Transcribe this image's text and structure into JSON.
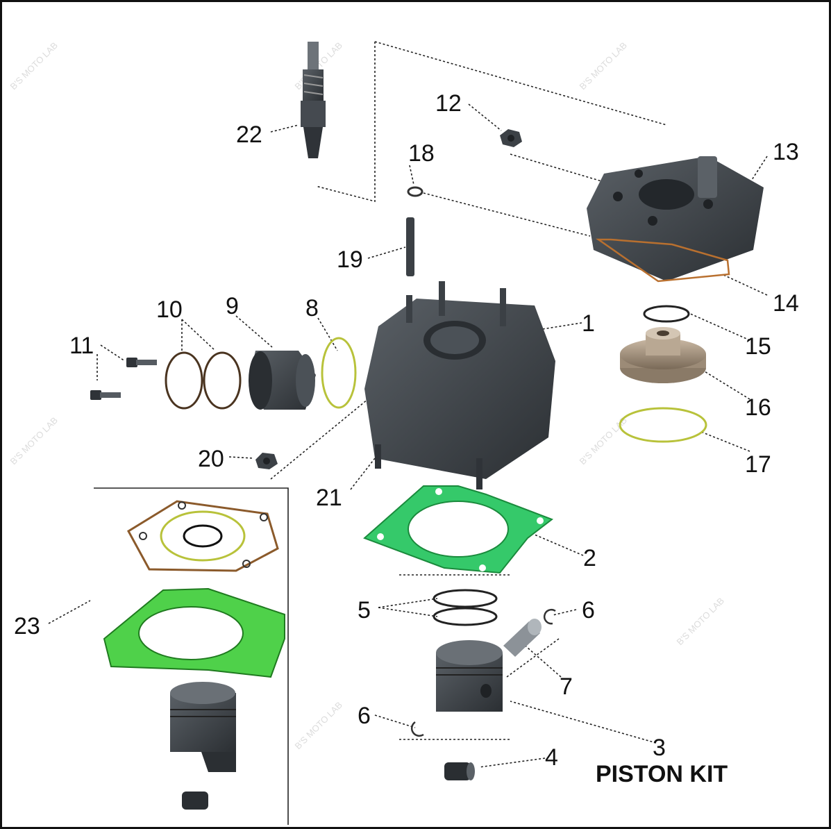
{
  "watermark": "B'S MOTO LAB",
  "colors": {
    "gasket_green": "#35c96a",
    "kit_green": "#4fd14a",
    "oring_brown": "#8b5a2b",
    "oring_olive": "#b8c23a",
    "part_dark": "#3a3f44"
  },
  "callouts": [
    {
      "id": "1",
      "label": "1"
    },
    {
      "id": "2",
      "label": "2"
    },
    {
      "id": "3",
      "label": "3"
    },
    {
      "id": "4",
      "label": "4"
    },
    {
      "id": "5",
      "label": "5"
    },
    {
      "id": "6a",
      "label": "6"
    },
    {
      "id": "6b",
      "label": "6"
    },
    {
      "id": "7",
      "label": "7"
    },
    {
      "id": "8",
      "label": "8"
    },
    {
      "id": "9",
      "label": "9"
    },
    {
      "id": "10",
      "label": "10"
    },
    {
      "id": "11",
      "label": "11"
    },
    {
      "id": "12",
      "label": "12"
    },
    {
      "id": "13",
      "label": "13"
    },
    {
      "id": "14",
      "label": "14"
    },
    {
      "id": "15",
      "label": "15"
    },
    {
      "id": "16",
      "label": "16"
    },
    {
      "id": "17",
      "label": "17"
    },
    {
      "id": "18",
      "label": "18"
    },
    {
      "id": "19",
      "label": "19"
    },
    {
      "id": "20",
      "label": "20"
    },
    {
      "id": "21",
      "label": "21"
    },
    {
      "id": "22",
      "label": "22"
    },
    {
      "id": "23",
      "label": "23"
    }
  ],
  "piston_kit_label": "PISTON KIT"
}
